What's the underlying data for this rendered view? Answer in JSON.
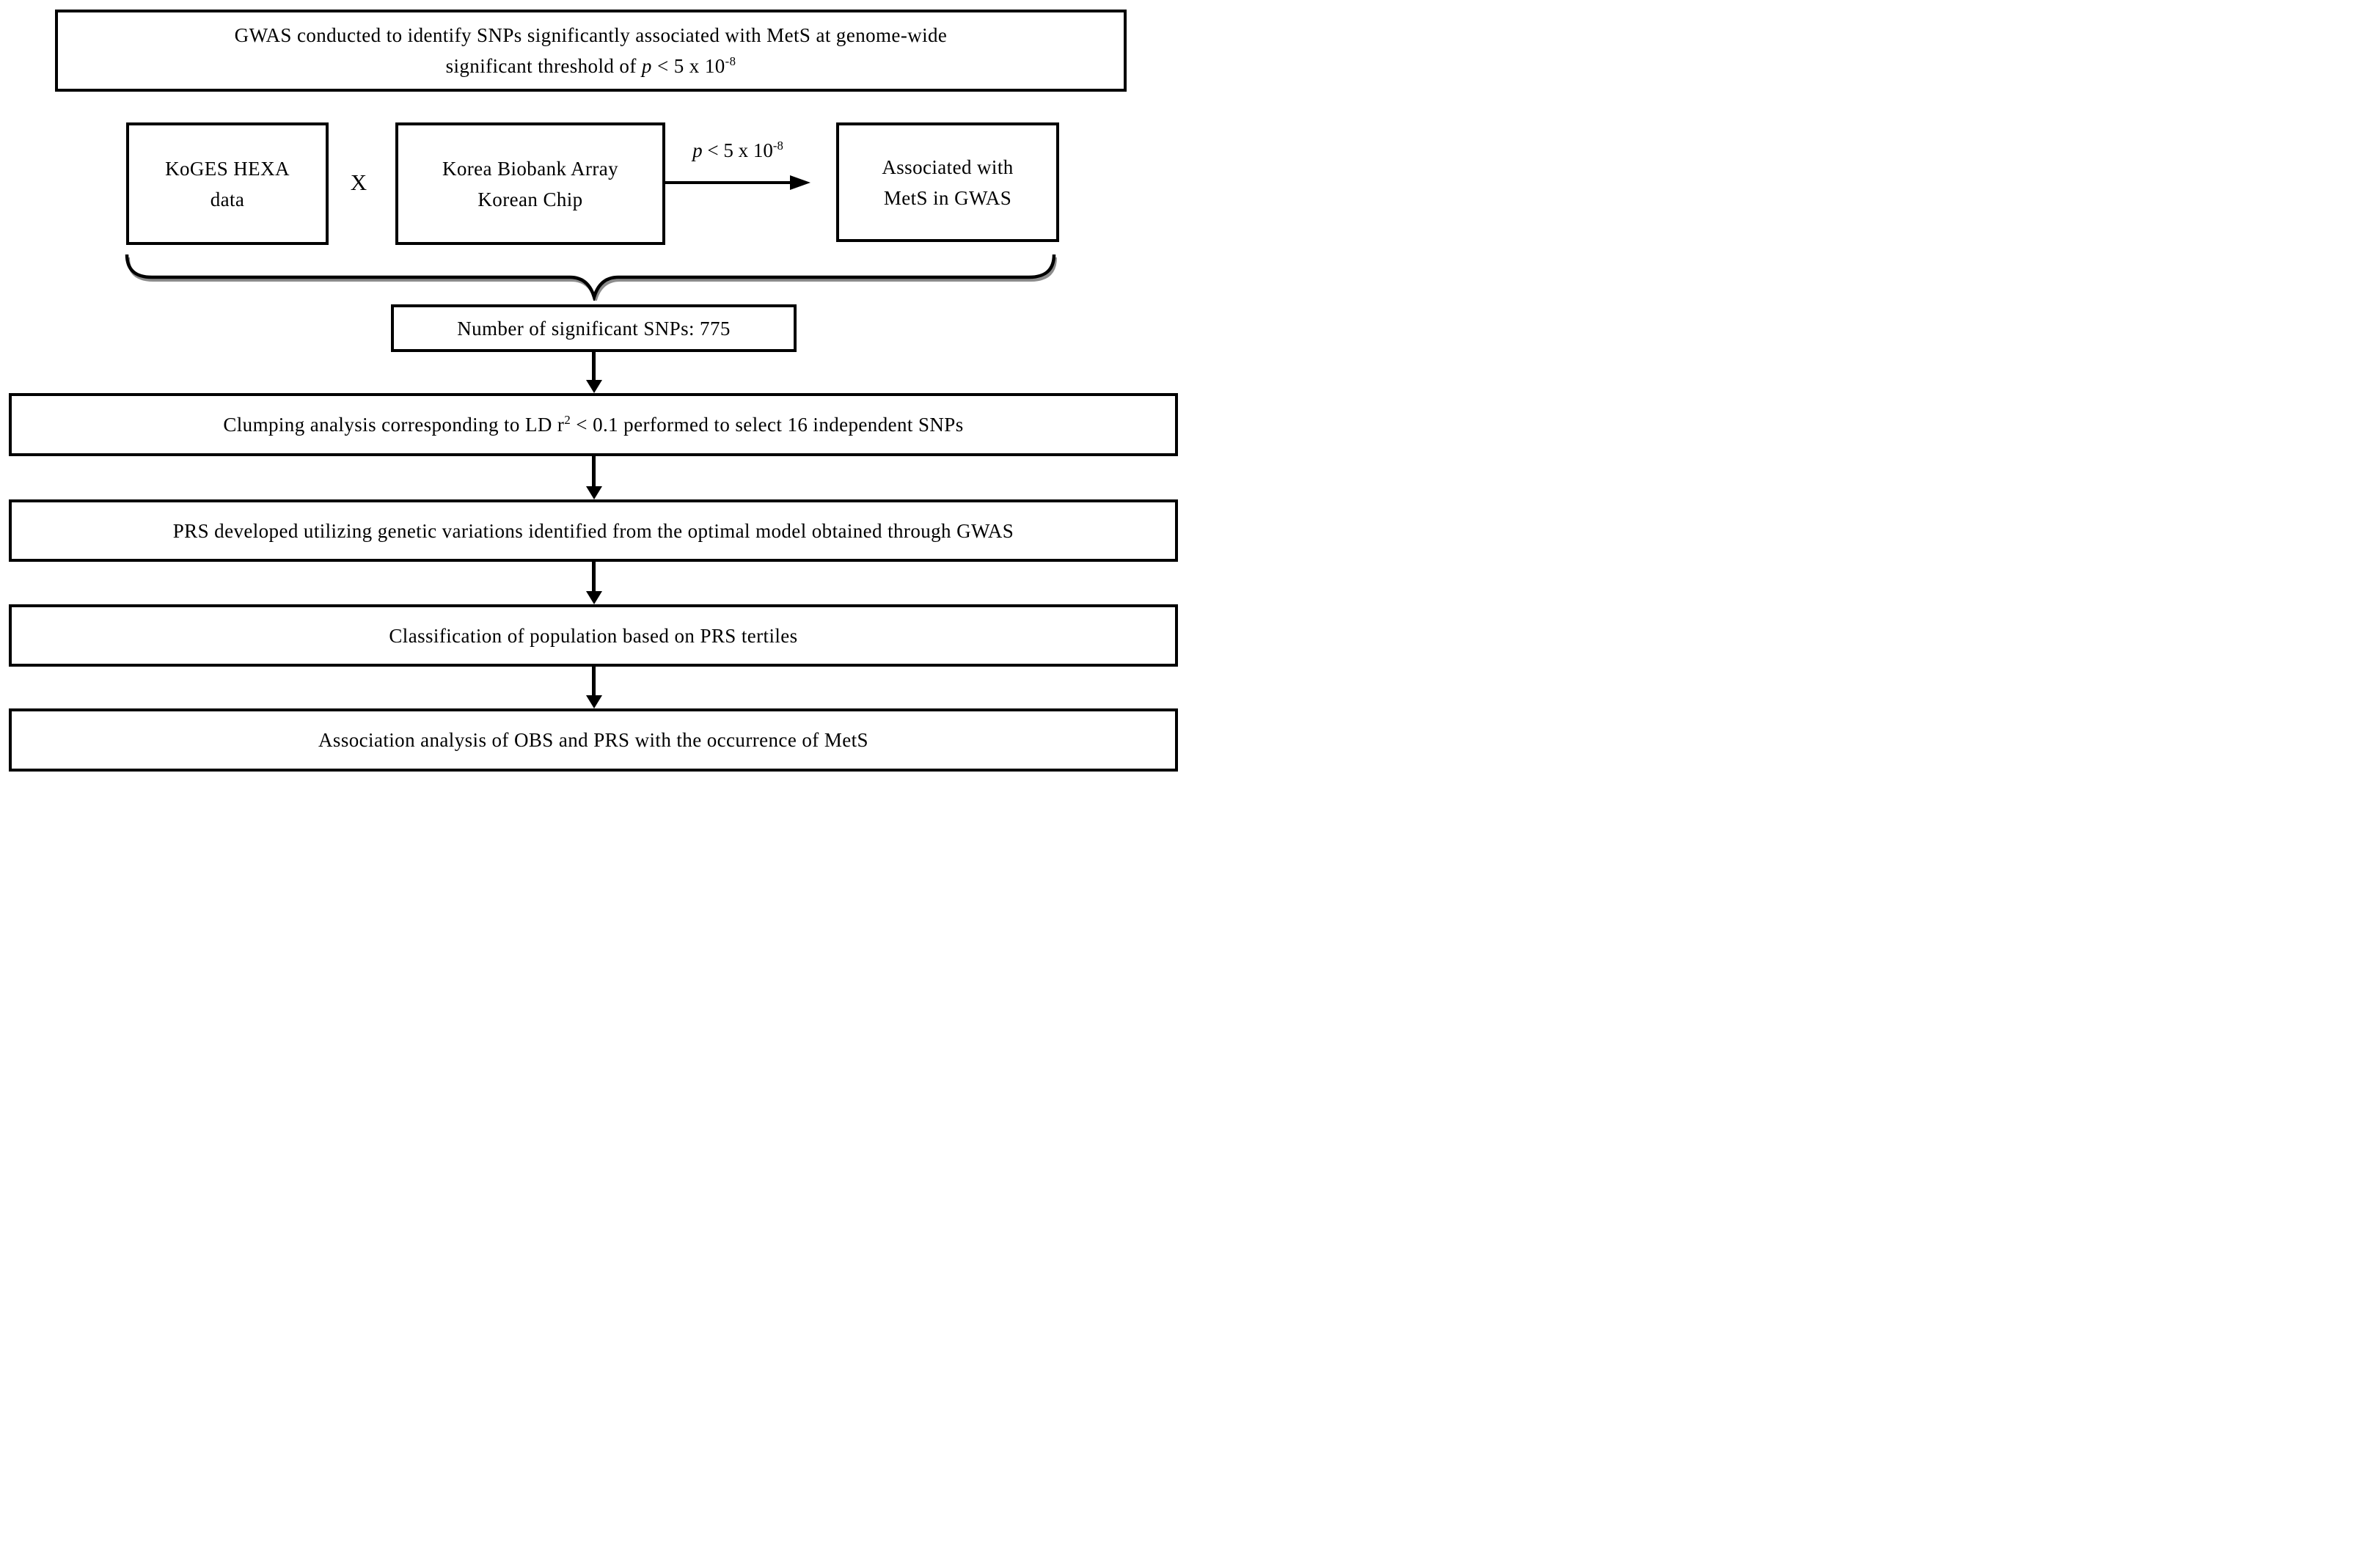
{
  "figure": {
    "ink": "#000000",
    "background": "#ffffff",
    "brace_shadow": "#8c8c8c"
  },
  "top_box": {
    "line1": "GWAS conducted to identify SNPs significantly associated with MetS at genome-wide",
    "line2_prefix": "significant threshold of ",
    "line2_p": "p",
    "line2_mid": " < 5 x 10",
    "line2_sup": "-8"
  },
  "sources": {
    "koges_line1": "KoGES HEXA",
    "koges_line2": "data",
    "operator": "X",
    "biobank_line1": "Korea Biobank Array",
    "biobank_line2": "Korean Chip",
    "arrow_label_p": "p",
    "arrow_label_mid": " < 5 x 10",
    "arrow_label_sup": "-8",
    "result_line1": "Associated with",
    "result_line2": "MetS in GWAS"
  },
  "snps_box": "Number of significant SNPs: 775",
  "clumping_box": {
    "prefix": "Clumping analysis corresponding to LD r",
    "sup": "2",
    "suffix": " < 0.1 performed to select 16 independent SNPs"
  },
  "prs_box": "PRS developed utilizing genetic variations identified from the optimal model obtained through GWAS",
  "classification_box": "Classification of population based on PRS tertiles",
  "association_box": "Association analysis of OBS and PRS with the occurrence of MetS"
}
